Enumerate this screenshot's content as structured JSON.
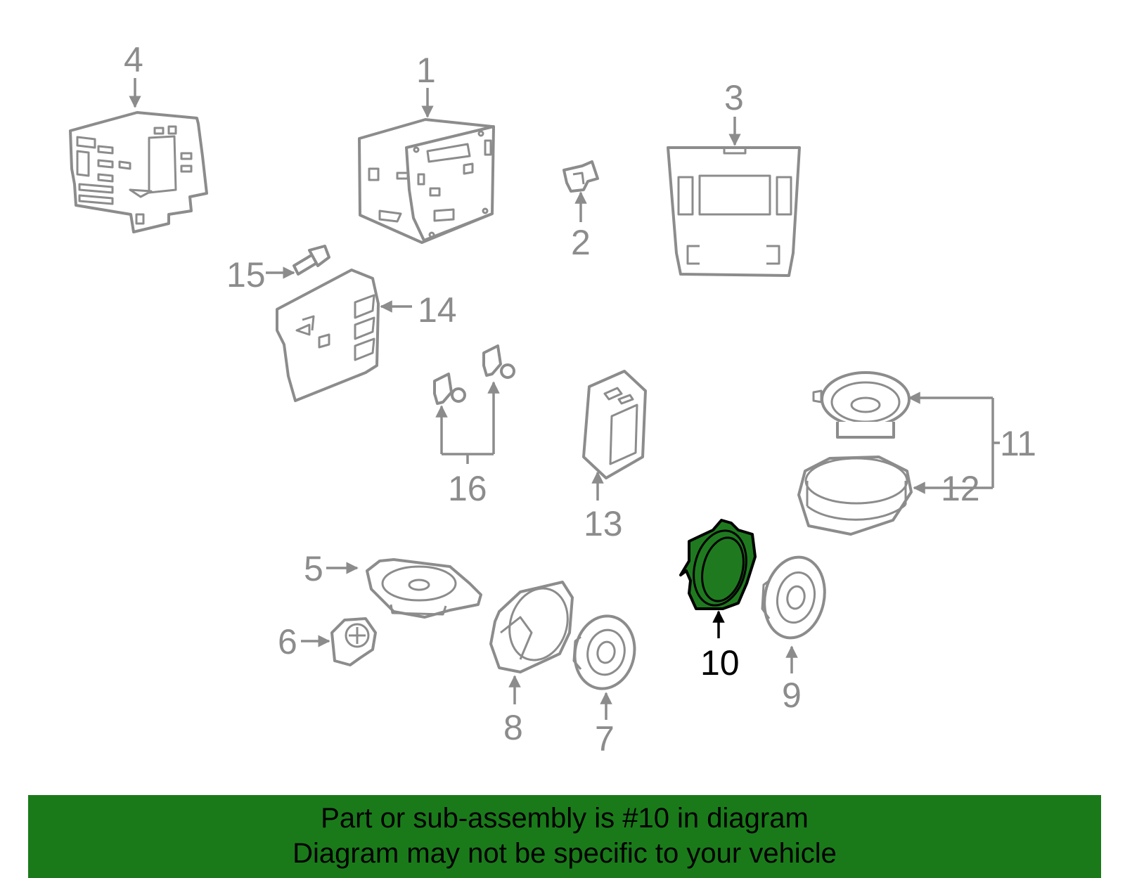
{
  "diagram": {
    "labels": {
      "p1": "1",
      "p2": "2",
      "p3": "3",
      "p4": "4",
      "p5": "5",
      "p6": "6",
      "p7": "7",
      "p8": "8",
      "p9": "9",
      "p10": "10",
      "p11": "11",
      "p12": "12",
      "p13": "13",
      "p14": "14",
      "p15": "15",
      "p16": "16"
    },
    "highlighted_part": "10",
    "colors": {
      "part_stroke": "#8c8c8c",
      "highlight_fill": "#1f7a1f",
      "banner_bg": "#1a7a1a"
    }
  },
  "banner": {
    "line1": "Part or sub-assembly is #10 in diagram",
    "line2": "Diagram may not be specific to your vehicle"
  }
}
